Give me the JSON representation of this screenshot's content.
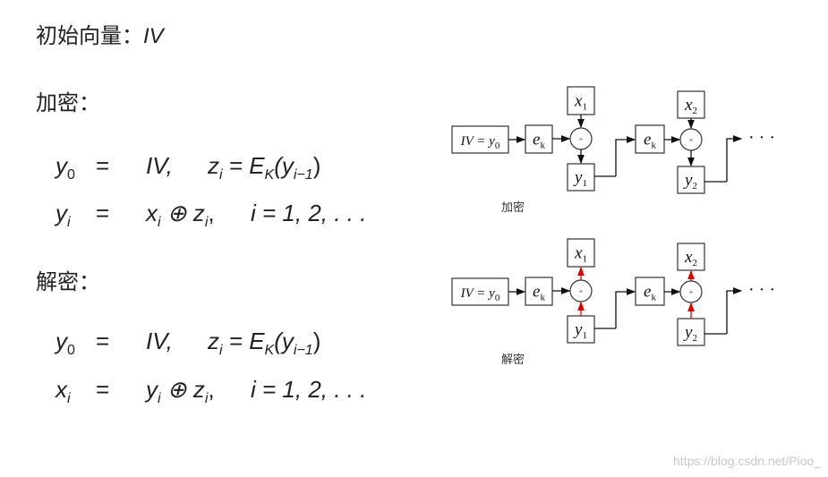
{
  "iv_heading": {
    "label": "初始向量：",
    "symbol": "IV"
  },
  "encrypt_heading": "加密：",
  "decrypt_heading": "解密：",
  "encrypt_eq": [
    {
      "lhs": "y",
      "lhs_sub": "0",
      "eq": "=",
      "rhs": "IV,",
      "rhs2": "z",
      "rhs2_sub": "i",
      "rhs2_rest": "= E",
      "rhs2_rest_sub": "K",
      "rhs2_tail": "(y",
      "rhs2_tail_sub": "i−1",
      "close": ")"
    },
    {
      "lhs": "y",
      "lhs_sub": "i",
      "eq": "=",
      "rhs": "x",
      "rhs_sub": "i",
      "op": "⊕ z",
      "op_sub": "i",
      "tail": ",",
      "index": "i = 1, 2, . . ."
    }
  ],
  "decrypt_eq": [
    {
      "lhs": "y",
      "lhs_sub": "0",
      "eq": "=",
      "rhs": "IV,",
      "rhs2": "z",
      "rhs2_sub": "i",
      "rhs2_rest": "= E",
      "rhs2_rest_sub": "K",
      "rhs2_tail": "(y",
      "rhs2_tail_sub": "i−1",
      "close": ")"
    },
    {
      "lhs": "x",
      "lhs_sub": "i",
      "eq": "=",
      "rhs": "y",
      "rhs_sub": "i",
      "op": "⊕ z",
      "op_sub": "i",
      "tail": ",",
      "index": "i = 1, 2, . . ."
    }
  ],
  "diagram": {
    "iv_box": "IV = y",
    "iv_sub": "0",
    "ek": "e",
    "ek_sub": "k",
    "xor": "+",
    "x1": "x",
    "x1_sub": "1",
    "x2": "x",
    "x2_sub": "2",
    "y1": "y",
    "y1_sub": "1",
    "y2": "y",
    "y2_sub": "2",
    "ellipsis": "· · ·",
    "encrypt_caption": "加密",
    "decrypt_caption": "解密",
    "decrypt_arrow_color": "#e00000"
  },
  "watermark": "https://blog.csdn.net/Pioo_"
}
